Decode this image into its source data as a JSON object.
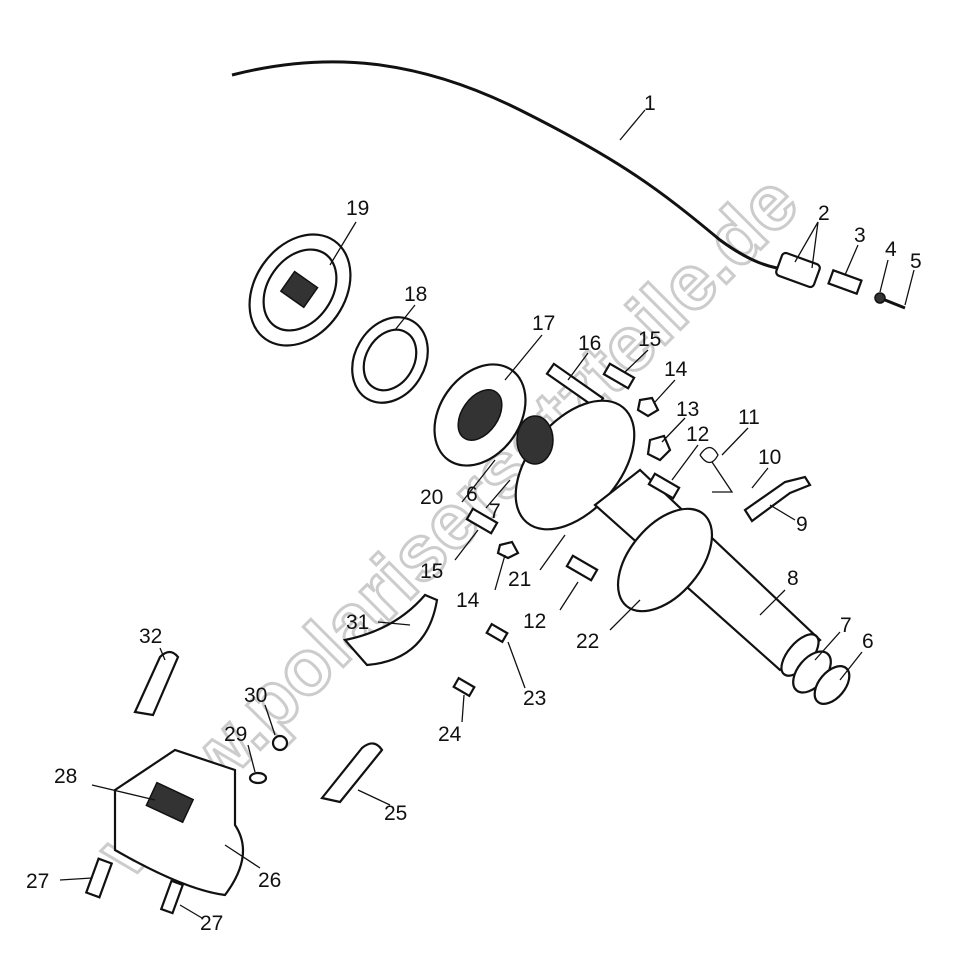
{
  "watermark": "www.polarisersatzteile.de",
  "callouts": [
    "1",
    "2",
    "3",
    "4",
    "5",
    "19",
    "18",
    "17",
    "16",
    "15",
    "14",
    "13",
    "12",
    "11",
    "10",
    "9",
    "20",
    "6",
    "7",
    "15",
    "14",
    "21",
    "12",
    "22",
    "8",
    "7",
    "6",
    "31",
    "23",
    "24",
    "32",
    "30",
    "29",
    "28",
    "25",
    "26",
    "27",
    "27"
  ]
}
